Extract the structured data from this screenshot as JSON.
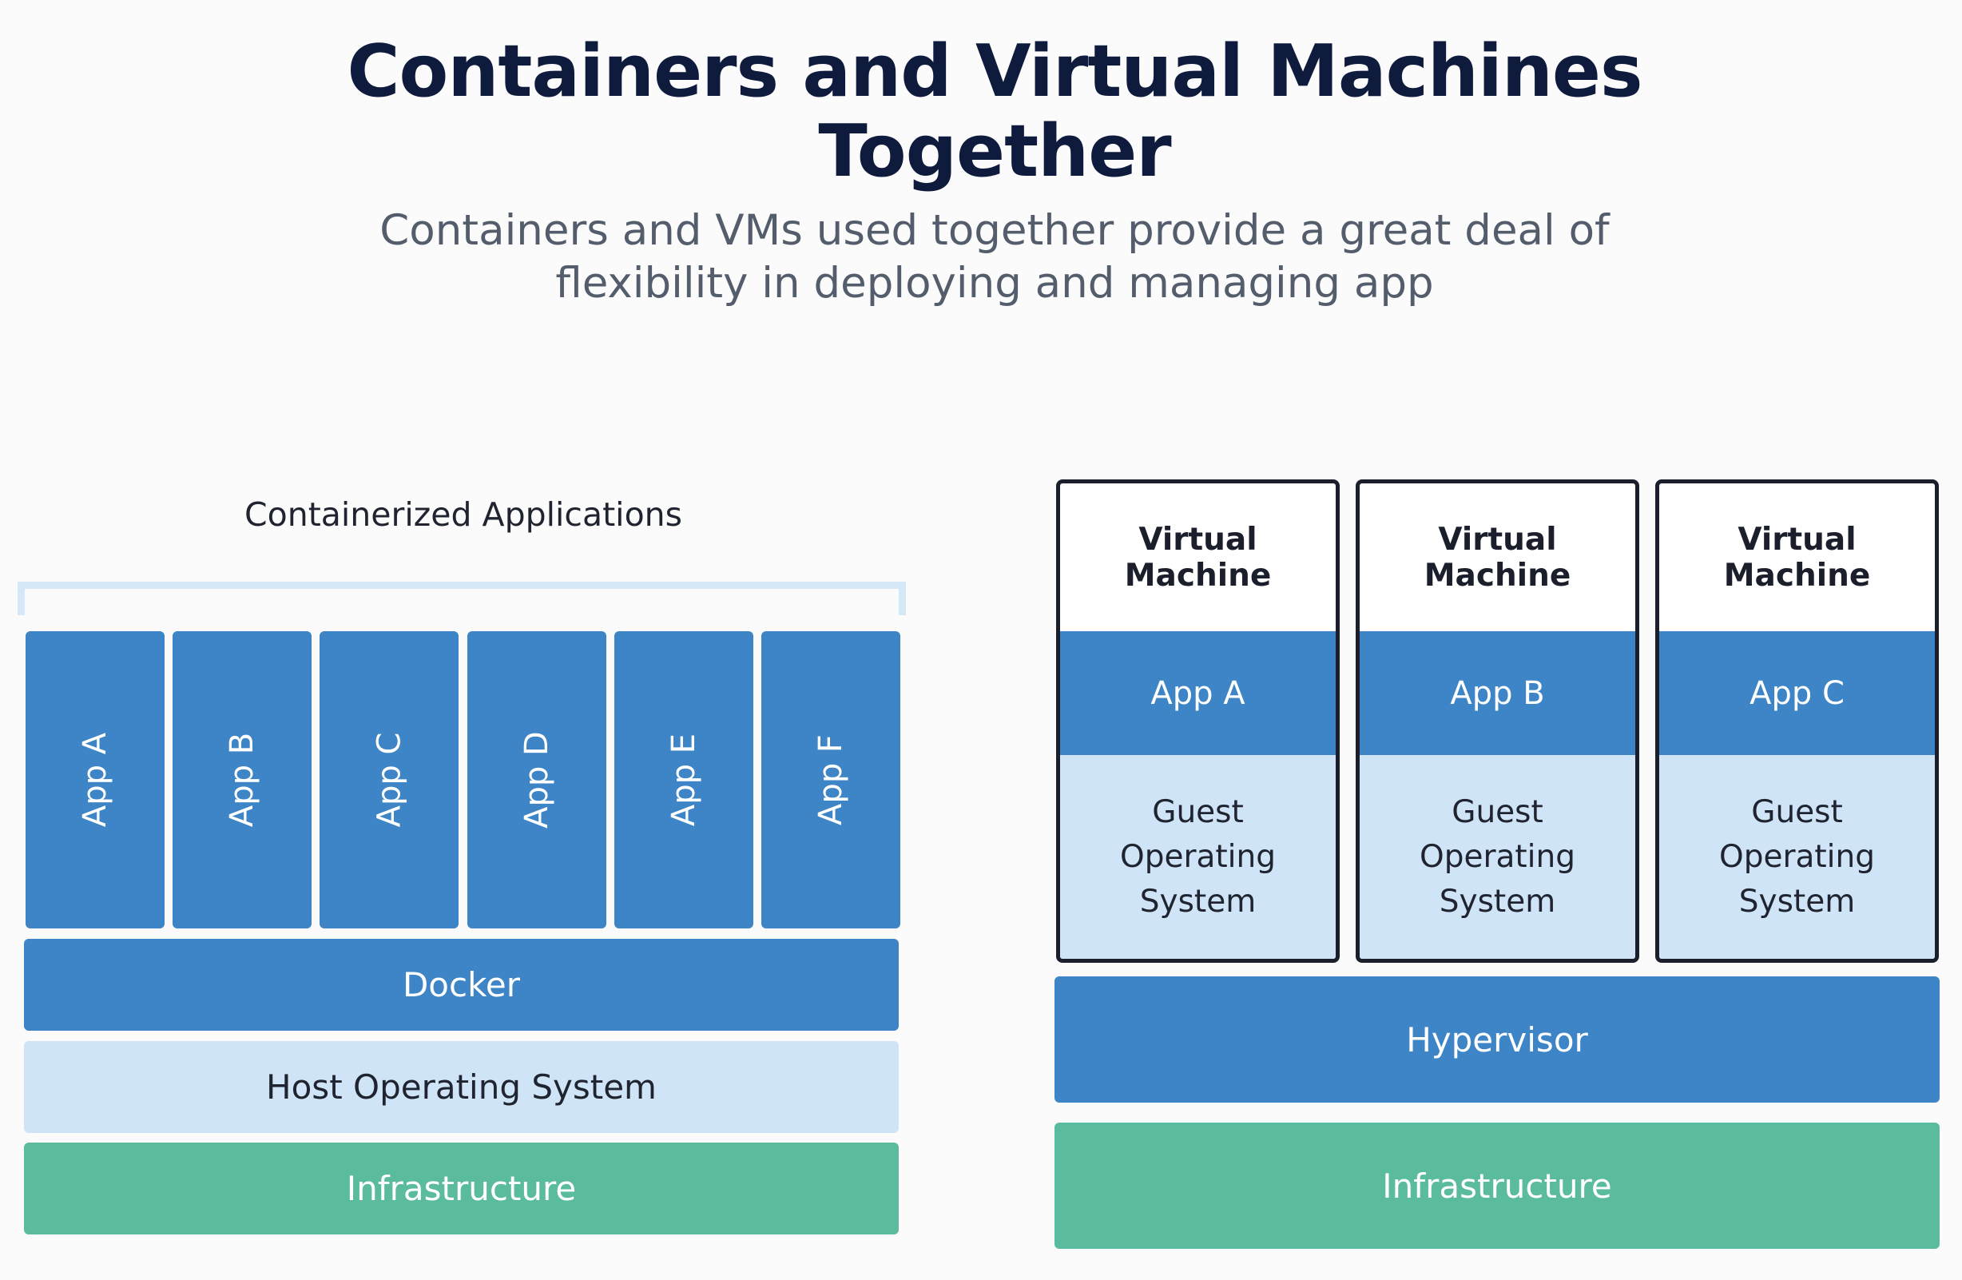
{
  "header": {
    "title_line1": "Containers and Virtual Machines",
    "title_line2": "Together",
    "subtitle_line1": "Containers and VMs used together provide a great deal of",
    "subtitle_line2": "flexibility in deploying and managing app"
  },
  "containers": {
    "label": "Containerized Applications",
    "apps": [
      "App A",
      "App B",
      "App C",
      "App D",
      "App E",
      "App F"
    ],
    "docker": "Docker",
    "host_os": "Host Operating System",
    "infrastructure": "Infrastructure"
  },
  "virtual_machines": {
    "vms": [
      {
        "title": "Virtual Machine",
        "app": "App A",
        "os_line1": "Guest",
        "os_line2": "Operating",
        "os_line3": "System"
      },
      {
        "title": "Virtual Machine",
        "app": "App B",
        "os_line1": "Guest",
        "os_line2": "Operating",
        "os_line3": "System"
      },
      {
        "title": "Virtual Machine",
        "app": "App C",
        "os_line1": "Guest",
        "os_line2": "Operating",
        "os_line3": "System"
      }
    ],
    "hypervisor": "Hypervisor",
    "infrastructure": "Infrastructure"
  },
  "colors": {
    "app_blue": "#3d85c6",
    "light_blue": "#cfe4f7",
    "infrastructure_green": "#5bbb9f",
    "title_navy": "#0e1b3d"
  }
}
